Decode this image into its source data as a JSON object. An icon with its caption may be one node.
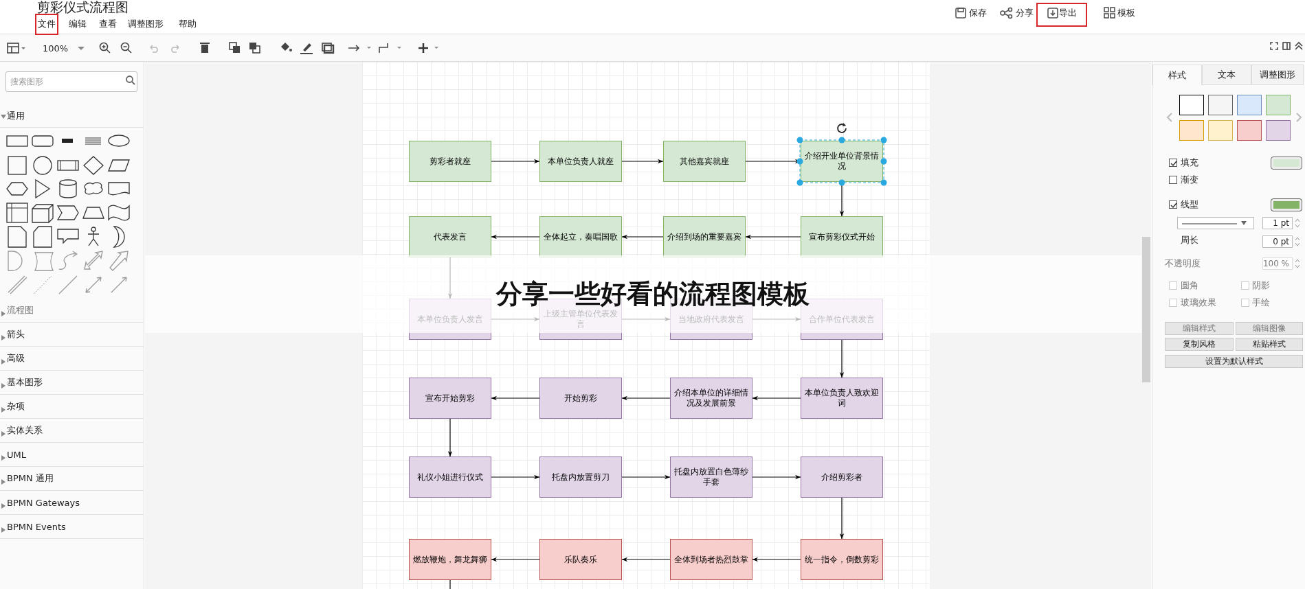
{
  "diagram": {
    "title": "剪彩仪式流程图",
    "caption": "分享一些好看的流程图模板",
    "nodes": [
      {
        "text": [
          "剪彩者就座"
        ]
      },
      {
        "text": [
          "本单位负责人就座"
        ]
      },
      {
        "text": [
          "其他嘉宾就座"
        ]
      },
      {
        "text": [
          "介绍开业单位背景情况"
        ]
      },
      {
        "text": [
          "宣布剪彩仪式开始"
        ]
      },
      {
        "text": [
          "介绍到场的重要嘉宾"
        ]
      },
      {
        "text": [
          "全体起立，奏唱国歌"
        ]
      },
      {
        "text": [
          "代表发言"
        ]
      },
      {
        "text": [
          "本单位负责人发言"
        ]
      },
      {
        "text": [
          "上级主管单位代表发言"
        ]
      },
      {
        "text": [
          "当地政府代表发言"
        ]
      },
      {
        "text": [
          "合作单位代表发言"
        ]
      },
      {
        "text": [
          "本单位负责人致欢迎词"
        ]
      },
      {
        "text": [
          "介绍本单位的详细情况及发展前景"
        ]
      },
      {
        "text": [
          "开始剪彩"
        ]
      },
      {
        "text": [
          "宣布开始剪彩"
        ]
      },
      {
        "text": [
          "礼仪小姐进行仪式"
        ]
      },
      {
        "text": [
          "托盘内放置剪刀"
        ]
      },
      {
        "text": [
          "托盘内放置白色薄纱手套"
        ]
      },
      {
        "text": [
          "介绍剪彩者"
        ]
      },
      {
        "text": [
          "统一指令，倒数剪彩"
        ]
      },
      {
        "text": [
          "全体到场者热烈鼓掌"
        ]
      },
      {
        "text": [
          "乐队奏乐"
        ]
      },
      {
        "text": [
          "燃放鞭炮，舞龙舞狮"
        ]
      }
    ],
    "edges": [
      {
        "from": 0,
        "to": 1,
        "arrow": "to"
      },
      {
        "from": 1,
        "to": 2,
        "arrow": "to"
      },
      {
        "from": 2,
        "to": 3,
        "arrow": "to"
      },
      {
        "from": 3,
        "to": 4,
        "arrow": "to"
      },
      {
        "from": 4,
        "to": 5,
        "arrow": "to"
      },
      {
        "from": 5,
        "to": 6,
        "arrow": "to"
      },
      {
        "from": 6,
        "to": 7,
        "arrow": "to"
      },
      {
        "from": 7,
        "to": 8,
        "arrow": "to"
      },
      {
        "from": 8,
        "to": 9,
        "arrow": "to"
      },
      {
        "from": 9,
        "to": 10,
        "arrow": "to"
      },
      {
        "from": 10,
        "to": 11,
        "arrow": "to"
      },
      {
        "from": 11,
        "to": 12,
        "arrow": "to"
      },
      {
        "from": 12,
        "to": 13,
        "arrow": "to"
      },
      {
        "from": 13,
        "to": 14,
        "arrow": "to"
      },
      {
        "from": 14,
        "to": 15,
        "arrow": "to"
      },
      {
        "from": 15,
        "to": 16,
        "arrow": "to"
      },
      {
        "from": 16,
        "to": 17,
        "arrow": "to"
      },
      {
        "from": 17,
        "to": 18,
        "arrow": "to"
      },
      {
        "from": 18,
        "to": 19,
        "arrow": "to"
      },
      {
        "from": 19,
        "to": 20,
        "arrow": "to"
      },
      {
        "from": 20,
        "to": 21,
        "arrow": "to"
      },
      {
        "from": 21,
        "to": 22,
        "arrow": "to"
      },
      {
        "from": 22,
        "to": 23,
        "arrow": "to"
      },
      {
        "from": 23,
        "to": null,
        "arrow": "none"
      }
    ],
    "labels": [
      "文件",
      "编辑",
      "查看",
      "调整图形",
      "帮助",
      "保存",
      "分享",
      "导出",
      "模板",
      "100%",
      "搜索图形",
      "通用",
      "流程图",
      "箭头",
      "高级",
      "基本图形",
      "杂项",
      "实体关系",
      "UML",
      "BPMN 通用",
      "BPMN Gateways",
      "BPMN Events",
      "样式",
      "文本",
      "调整图形",
      "填充",
      "渐变",
      "线型",
      "1 pt",
      "周长",
      "0 pt",
      "不透明度",
      "100 %",
      "圆角",
      "阴影",
      "玻璃效果",
      "手绘",
      "编辑样式",
      "编辑图像",
      "复制风格",
      "粘贴样式",
      "设置为默认样式"
    ]
  }
}
